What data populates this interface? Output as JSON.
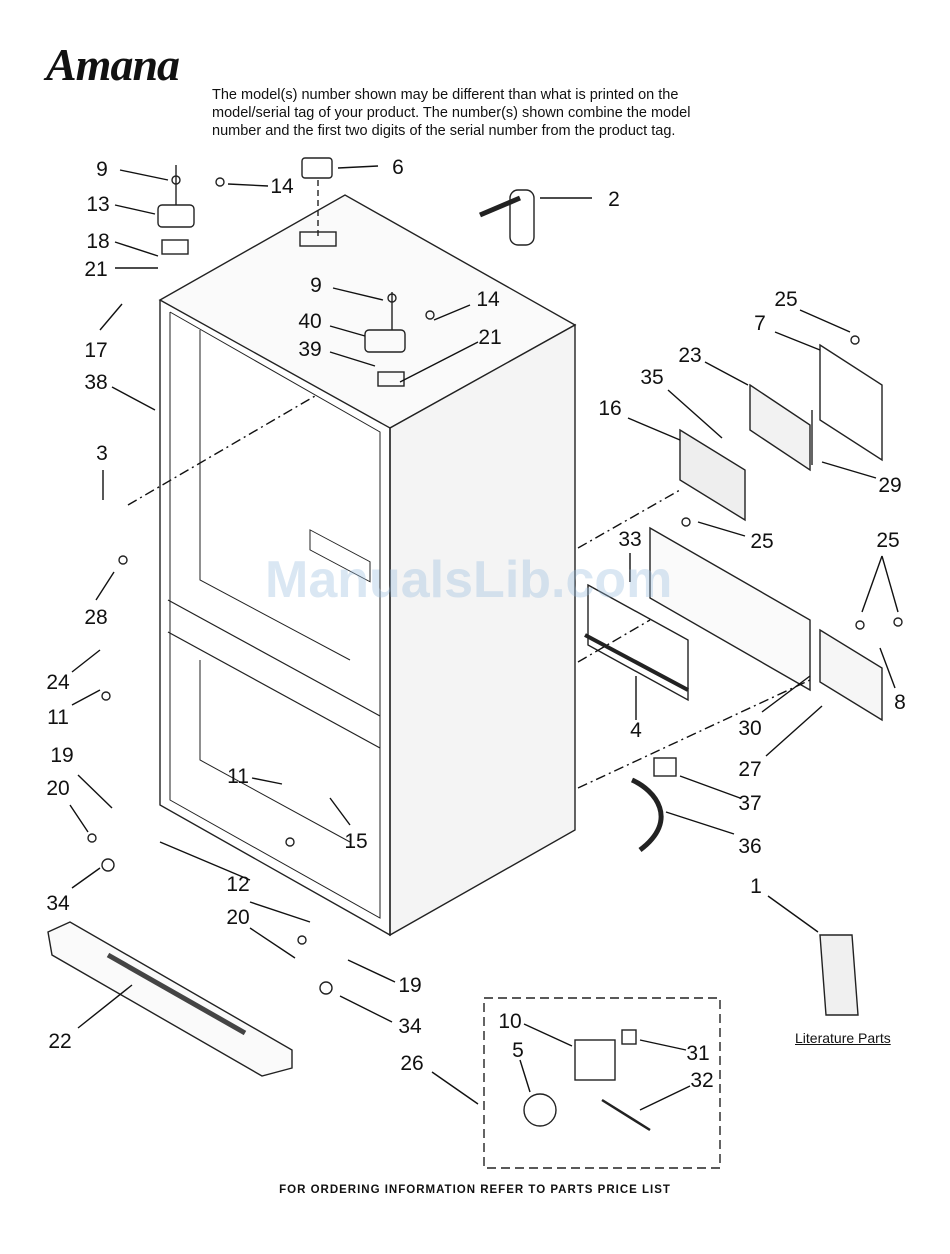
{
  "header": {
    "brand": "Amana",
    "notice_lines": [
      "The model(s) number shown may be different than what is printed on the",
      "model/serial tag of your product. The number(s) shown combine the model",
      "number and the first two digits of the serial number from the product tag."
    ]
  },
  "watermark": "ManualsLib.com",
  "literature_label": "Literature Parts",
  "footer": "FOR ORDERING INFORMATION REFER TO PARTS PRICE LIST",
  "callouts": [
    "9",
    "14",
    "6",
    "2",
    "13",
    "18",
    "21",
    "9",
    "14",
    "40",
    "39",
    "21",
    "17",
    "38",
    "3",
    "28",
    "24",
    "11",
    "19",
    "20",
    "34",
    "12",
    "20",
    "19",
    "34",
    "22",
    "11",
    "15",
    "25",
    "7",
    "23",
    "35",
    "16",
    "29",
    "25",
    "33",
    "25",
    "8",
    "4",
    "30",
    "27",
    "37",
    "36",
    "1",
    "10",
    "5",
    "31",
    "32",
    "26"
  ]
}
